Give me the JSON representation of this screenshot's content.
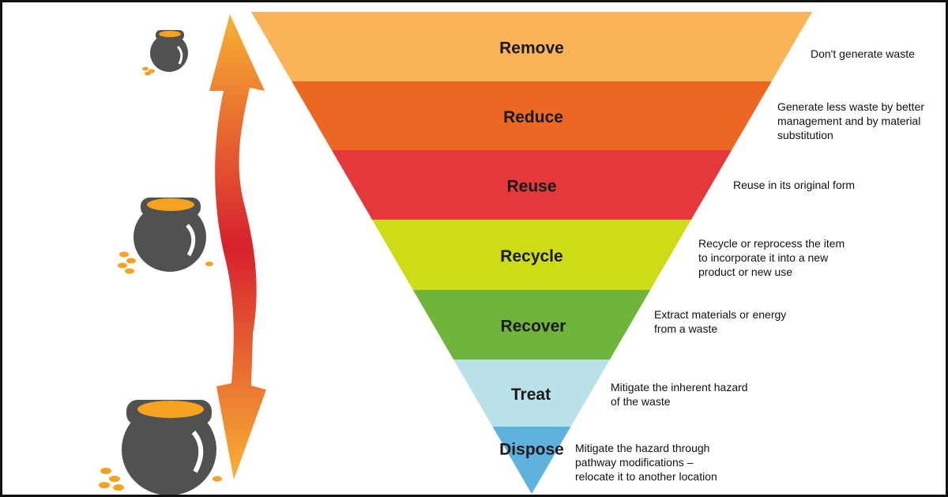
{
  "colors": {
    "remove": "#F8B456",
    "reduce": "#EC6721",
    "reuse": "#E4383A",
    "recycle": "#CDDC17",
    "recover": "#70B43C",
    "treat": "#B9E1EA",
    "dispose": "#5FB1DE",
    "pot": "#515152",
    "coin": "#F4A21F",
    "arrow_top": "#F9B233",
    "arrow_mid": "#D6202E"
  },
  "icons": [
    "pot-small-icon",
    "pot-medium-icon",
    "pot-large-icon",
    "double-arrow-icon"
  ],
  "hierarchy": {
    "levels": [
      {
        "key": "remove",
        "label": "Remove",
        "description": [
          "Don't generate waste"
        ]
      },
      {
        "key": "reduce",
        "label": "Reduce",
        "description": [
          "Generate less waste by better",
          "management and by material",
          "substitution"
        ]
      },
      {
        "key": "reuse",
        "label": "Reuse",
        "description": [
          "Reuse in its original form"
        ]
      },
      {
        "key": "recycle",
        "label": "Recycle",
        "description": [
          "Recycle or reprocess the item",
          "to incorporate it into a new",
          "product or new use"
        ]
      },
      {
        "key": "recover",
        "label": "Recover",
        "description": [
          "Extract materials or energy",
          "from a waste"
        ]
      },
      {
        "key": "treat",
        "label": "Treat",
        "description": [
          "Mitigate the inherent hazard",
          "of the waste"
        ]
      },
      {
        "key": "dispose",
        "label": "Dispose",
        "description": [
          "Mitigate the hazard through",
          "pathway modifications –",
          "relocate it to another location"
        ]
      }
    ]
  }
}
